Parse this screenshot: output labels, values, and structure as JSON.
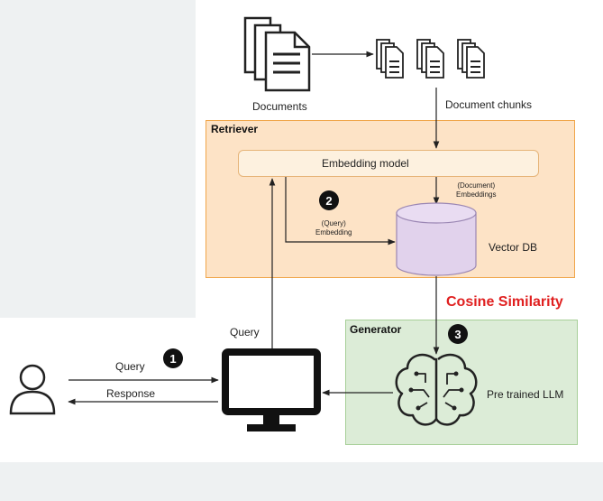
{
  "labels": {
    "documents": "Documents",
    "document_chunks": "Document chunks",
    "retriever": "Retriever",
    "embedding_model": "Embedding model",
    "document_embeddings": "(Document)\nEmbeddings",
    "query_embedding": "(Query)\nEmbedding",
    "vector_db": "Vector DB",
    "cosine_similarity": "Cosine Similarity",
    "generator": "Generator",
    "query_up": "Query",
    "query_arrow": "Query",
    "response_arrow": "Response",
    "pretrained_llm": "Pre trained LLM"
  },
  "badges": {
    "step1": "1",
    "step2": "2",
    "step3": "3"
  },
  "colors": {
    "retriever_fill": "#fde3c6",
    "retriever_border": "#f0a64a",
    "embedding_fill": "#fdf1df",
    "vectordb_fill": "#e1d2ec",
    "vectordb_border": "#9a86b3",
    "generator_fill": "#dcecd7",
    "generator_border": "#a7cf98",
    "cosine": "#e02020"
  },
  "icons": [
    "person-icon",
    "monitor-icon",
    "brain-circuit-icon",
    "document-stack-icon",
    "document-chunks-icon",
    "database-cylinder-icon"
  ]
}
